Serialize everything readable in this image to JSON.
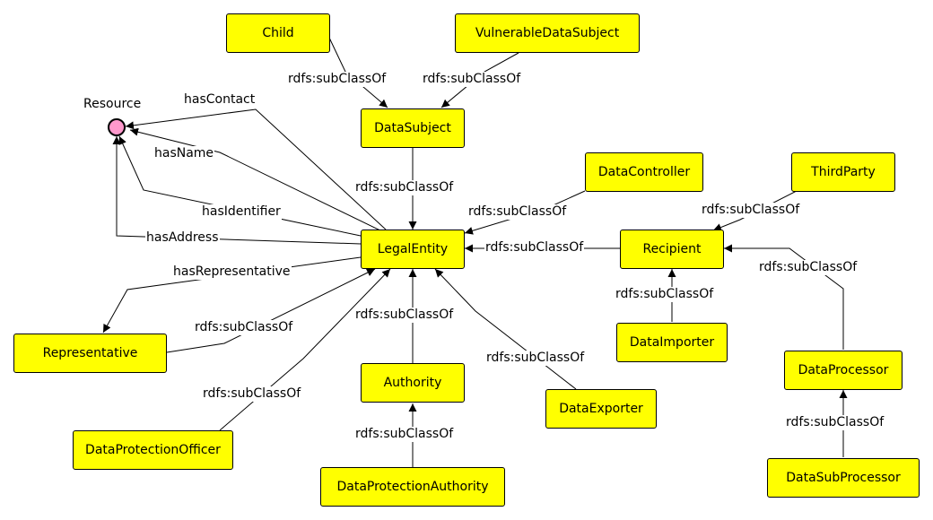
{
  "resource": {
    "label": "Resource",
    "color": "#ff99cc"
  },
  "node_color": "#ffff00",
  "nodes": {
    "child": "Child",
    "vulnerable": "VulnerableDataSubject",
    "datasubject": "DataSubject",
    "legalentity": "LegalEntity",
    "datacontroller": "DataController",
    "thirdparty": "ThirdParty",
    "recipient": "Recipient",
    "representative": "Representative",
    "dataimporter": "DataImporter",
    "dataprocessor": "DataProcessor",
    "authority": "Authority",
    "dataexporter": "DataExporter",
    "dpo": "DataProtectionOfficer",
    "dpa": "DataProtectionAuthority",
    "subprocessor": "DataSubProcessor"
  },
  "edges": {
    "child_ds": "rdfs:subClassOf",
    "vuln_ds": "rdfs:subClassOf",
    "ds_le": "rdfs:subClassOf",
    "dc_le": "rdfs:subClassOf",
    "tp_rec": "rdfs:subClassOf",
    "rec_le": "rdfs:subClassOf",
    "proc_rec": "rdfs:subClassOf",
    "imp_rec": "rdfs:subClassOf",
    "rep_le": "rdfs:subClassOf",
    "auth_le": "rdfs:subClassOf",
    "exp_le": "rdfs:subClassOf",
    "dpo_le": "rdfs:subClassOf",
    "dpa_auth": "rdfs:subClassOf",
    "sub_proc": "rdfs:subClassOf",
    "has_contact": "hasContact",
    "has_name": "hasName",
    "has_identifier": "hasIdentifier",
    "has_address": "hasAddress",
    "has_representative": "hasRepresentative"
  }
}
